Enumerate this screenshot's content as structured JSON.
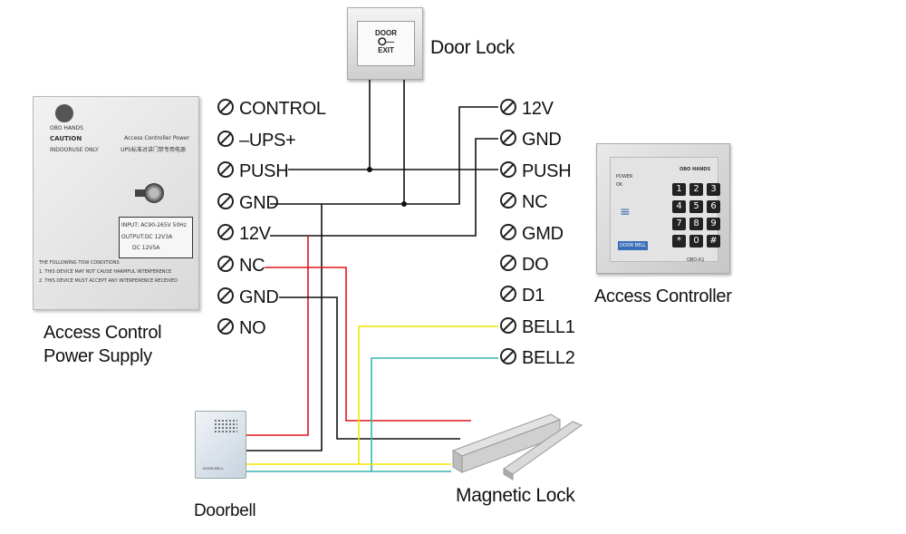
{
  "labels": {
    "door_lock": "Door Lock",
    "access_controller": "Access Controller",
    "power_supply_line1": "Access Control",
    "power_supply_line2": "Power Supply",
    "doorbell": "Doorbell",
    "magnetic_lock": "Magnetic Lock"
  },
  "psu_terminals": [
    "CONTROL",
    "–UPS+",
    "PUSH",
    "GND",
    "12V",
    "NC",
    "GND",
    "NO"
  ],
  "controller_terminals": [
    "12V",
    "GND",
    "PUSH",
    "NC",
    "GMD",
    "DO",
    "D1",
    "BELL1",
    "BELL2"
  ],
  "psu_device": {
    "brand": "OBO HANDS",
    "caution": "CAUTION",
    "indoor": "INDOORUSE ONLY",
    "title": "Access Controller Power",
    "subtitle": "UPS标准对讲门禁专用电源",
    "input": "INPUT: AC90-265V 50Hz",
    "output1": "OUTPUT:DC 12V3A",
    "output2": "DC 12V5A",
    "cond": "THE FOLLOWING TOW CONDITIONS",
    "note1": "1. THIS DEVICE MAY NOT CAUSE HARMFUL INTERFERENCE",
    "note2": "2. THIS DEVICE MUST ACCEPT ANY INTERFERENCE RECEIVED"
  },
  "exit_button": {
    "line1": "DOOR",
    "line2": "EXIT"
  },
  "keypad_device": {
    "power": "POWER",
    "ok": "OK",
    "brand": "OBO HANDS",
    "doorbell": "DOOR BELL",
    "model": "OBO-K1",
    "keys": [
      "1",
      "2",
      "3",
      "4",
      "5",
      "6",
      "7",
      "8",
      "9",
      "*",
      "0",
      "#"
    ]
  },
  "doorbell_device": {
    "text": "DOOR BELL"
  },
  "wire_colors": {
    "black": "#111111",
    "red": "#e0151b",
    "yellow": "#f2e600",
    "cyan": "#34b3b0"
  }
}
